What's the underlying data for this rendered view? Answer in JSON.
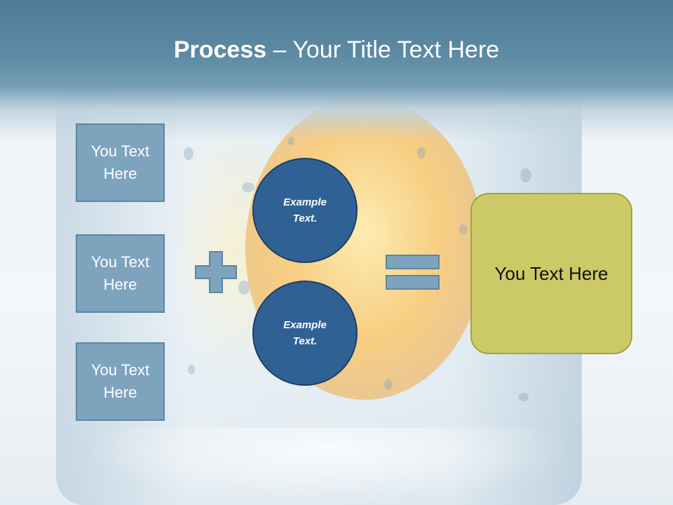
{
  "slide": {
    "title_bold": "Process",
    "title_rest": " – Your Title Text Here"
  },
  "left_boxes": [
    {
      "label": "You Text Here"
    },
    {
      "label": "You Text Here"
    },
    {
      "label": "You Text Here"
    }
  ],
  "circles": [
    {
      "label": "Example Text."
    },
    {
      "label": "Example Text."
    }
  ],
  "result_box": {
    "label": "You Text Here"
  },
  "colors": {
    "header": "#5d8aa4",
    "box_fill": "#7ea3bd",
    "circle_fill": "#2f6194",
    "result_fill": "#ccca66"
  }
}
